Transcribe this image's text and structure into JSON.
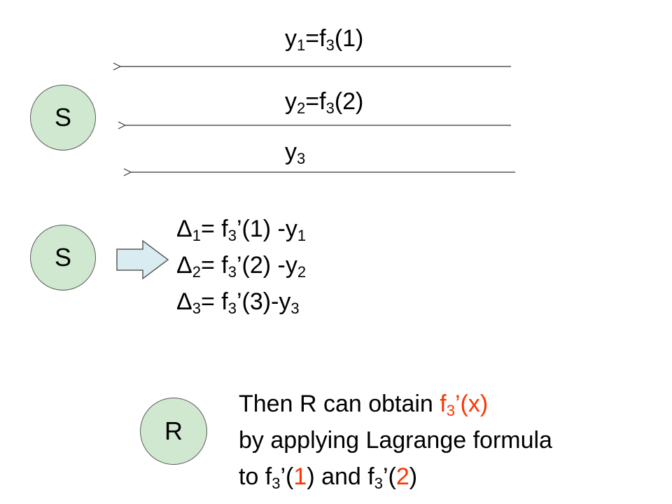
{
  "nodes": {
    "s1": "S",
    "s2": "S",
    "r": "R"
  },
  "messages": {
    "m1": {
      "y": "y",
      "y_sub": "1",
      "eq": "=f",
      "f_sub": "3",
      "arg": "(1)"
    },
    "m2": {
      "y": "y",
      "y_sub": "2",
      "eq": "=f",
      "f_sub": "3",
      "arg": "(2)"
    },
    "m3": {
      "y": "y",
      "y_sub": "3"
    }
  },
  "deltas": [
    {
      "delta": "Δ",
      "d_sub": "1",
      "mid": "= f",
      "f_sub": "3",
      "arg": "’(1) -y",
      "y_sub": "1"
    },
    {
      "delta": "Δ",
      "d_sub": "2",
      "mid": "= f",
      "f_sub": "3",
      "arg": "’(2) -y",
      "y_sub": "2"
    },
    {
      "delta": "Δ",
      "d_sub": "3",
      "mid": "= f",
      "f_sub": "3",
      "arg": "’(3)-y",
      "y_sub": "3"
    }
  ],
  "note": {
    "line1_pre": "Then R can obtain ",
    "line1_f": "f",
    "line1_f_sub": "3",
    "line1_f_post": "’(x)",
    "line2": "by applying Lagrange formula",
    "line3_pre": "to f",
    "line3_sub1": "3",
    "line3_mid1": "’(",
    "line3_val1": "1",
    "line3_mid2": ") and f",
    "line3_sub2": "3",
    "line3_mid3": "’(",
    "line3_val2": "2",
    "line3_end": ")"
  },
  "colors": {
    "node_fill": "#cfe8cf",
    "accent": "#ff3300",
    "arrow_fill": "#d8ecf2"
  }
}
